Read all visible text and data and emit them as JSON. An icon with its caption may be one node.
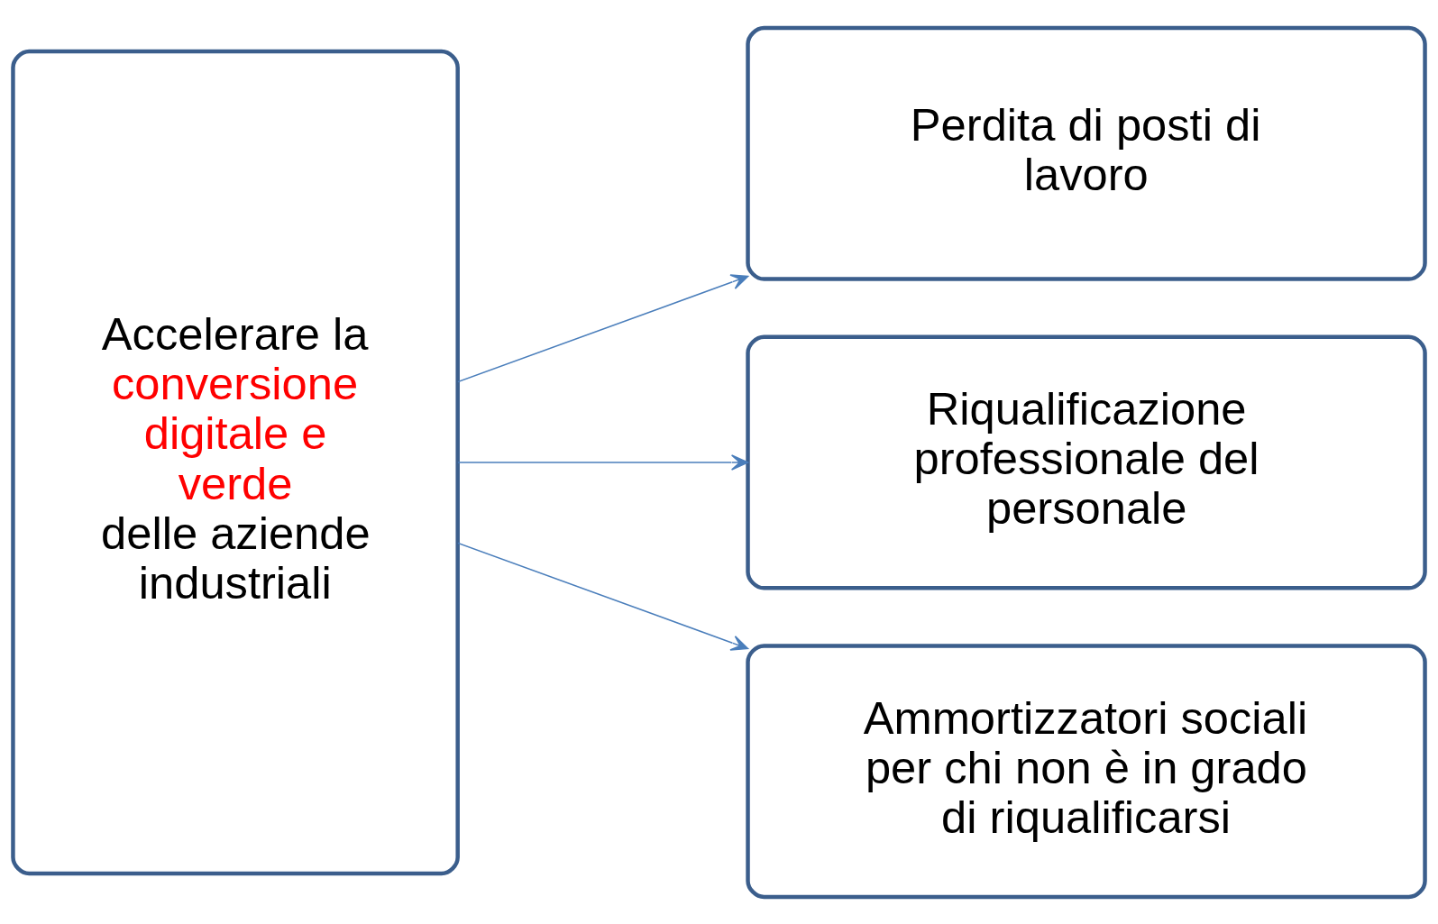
{
  "diagram": {
    "nodes": [
      {
        "text": [
          "Accelerare la",
          "conversione digitale e verde",
          "delle aziende industriali"
        ]
      },
      {
        "text": [
          "Perdita di posti di lavoro"
        ]
      },
      {
        "text": [
          "Riqualificazione professionale del personale"
        ]
      },
      {
        "text": [
          "Ammortizzatori sociali per chi non è in grado di riqualificarsi"
        ]
      }
    ],
    "edges": [
      {
        "from": 0,
        "to": 1,
        "arrow": "to"
      },
      {
        "from": 0,
        "to": 2,
        "arrow": "to"
      },
      {
        "from": 0,
        "to": 3,
        "arrow": "to"
      }
    ]
  }
}
